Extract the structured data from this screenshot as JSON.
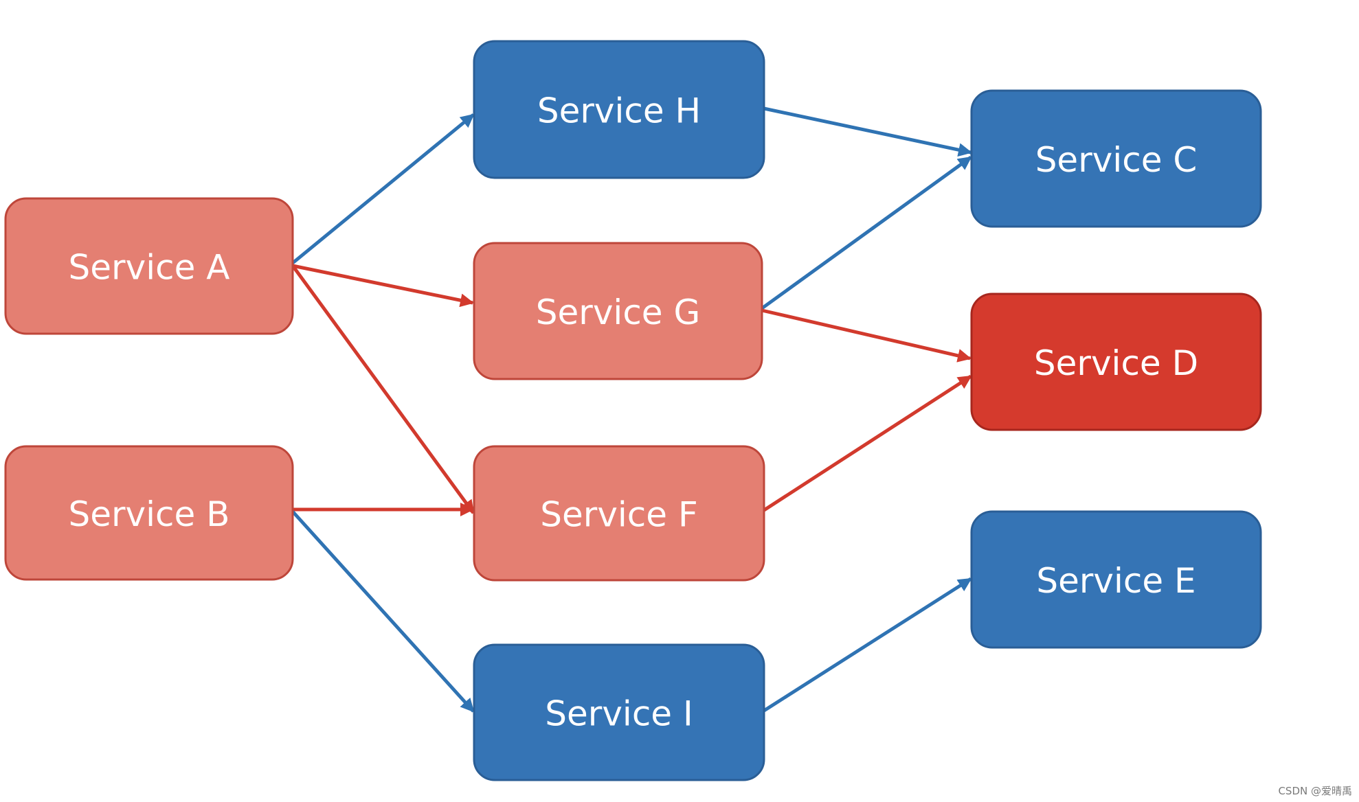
{
  "colors": {
    "blue_fill": "#3574B5",
    "blue_stroke": "#2A5E96",
    "blue_edge": "#2F73B3",
    "salmon_fill": "#E47F72",
    "salmon_stroke": "#BE463A",
    "red_fill": "#D53A2D",
    "red_stroke": "#A7271E",
    "red_edge": "#D23A2D",
    "label": "#FFFFFF"
  },
  "nodes": [
    {
      "id": "A",
      "label": "Service A",
      "style": "salmon"
    },
    {
      "id": "B",
      "label": "Service B",
      "style": "salmon"
    },
    {
      "id": "H",
      "label": "Service H",
      "style": "blue"
    },
    {
      "id": "G",
      "label": "Service G",
      "style": "salmon"
    },
    {
      "id": "F",
      "label": "Service F",
      "style": "salmon"
    },
    {
      "id": "I",
      "label": "Service I",
      "style": "blue"
    },
    {
      "id": "C",
      "label": "Service C",
      "style": "blue"
    },
    {
      "id": "D",
      "label": "Service D",
      "style": "red"
    },
    {
      "id": "E",
      "label": "Service E",
      "style": "blue"
    }
  ],
  "edges": [
    {
      "from": "A",
      "to": "H",
      "color": "blue"
    },
    {
      "from": "A",
      "to": "G",
      "color": "red"
    },
    {
      "from": "A",
      "to": "F",
      "color": "red"
    },
    {
      "from": "B",
      "to": "F",
      "color": "red"
    },
    {
      "from": "B",
      "to": "I",
      "color": "blue"
    },
    {
      "from": "H",
      "to": "C",
      "color": "blue"
    },
    {
      "from": "G",
      "to": "C",
      "color": "blue"
    },
    {
      "from": "G",
      "to": "D",
      "color": "red"
    },
    {
      "from": "F",
      "to": "D",
      "color": "red"
    },
    {
      "from": "I",
      "to": "E",
      "color": "blue"
    }
  ],
  "watermark": "CSDN @爱晴禹"
}
